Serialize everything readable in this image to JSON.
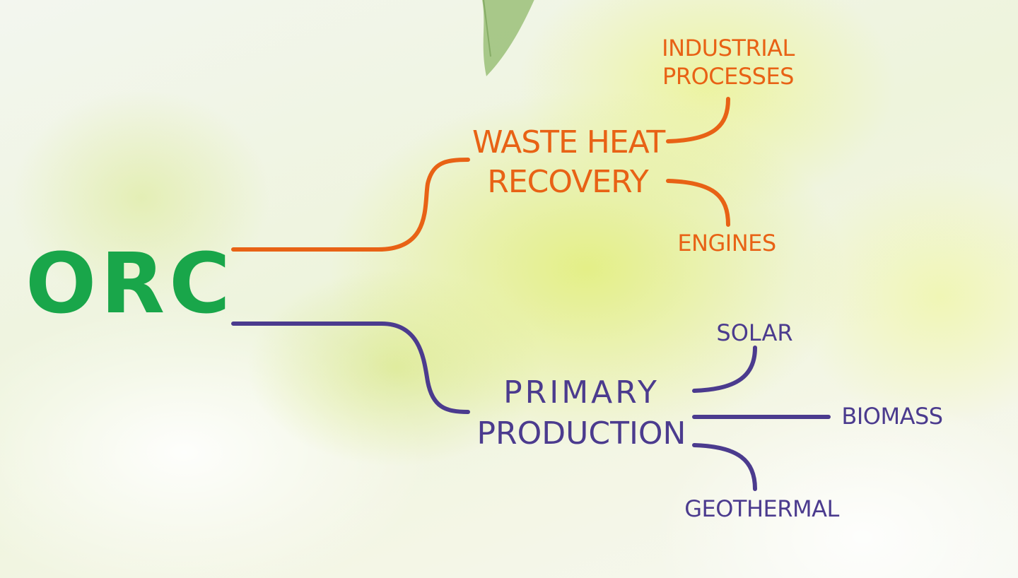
{
  "diagram": {
    "root": {
      "label": "ORC"
    },
    "branches": [
      {
        "id": "waste-heat-recovery",
        "lines": [
          "WASTE HEAT",
          "RECOVERY"
        ],
        "color": "#e86215",
        "children": [
          {
            "id": "industrial-processes",
            "lines": [
              "INDUSTRIAL",
              "PROCESSES"
            ]
          },
          {
            "id": "engines",
            "lines": [
              "ENGINES"
            ]
          }
        ]
      },
      {
        "id": "primary-production",
        "lines": [
          "PRIMARY",
          "PRODUCTION"
        ],
        "color": "#4b3b8e",
        "children": [
          {
            "id": "solar",
            "lines": [
              "SOLAR"
            ]
          },
          {
            "id": "biomass",
            "lines": [
              "BIOMASS"
            ]
          },
          {
            "id": "geothermal",
            "lines": [
              "GEOTHERMAL"
            ]
          }
        ]
      }
    ]
  },
  "colors": {
    "root": "#19a64a",
    "waste_heat": "#e86215",
    "primary": "#4b3b8e",
    "leaf": "#8fb86a"
  }
}
